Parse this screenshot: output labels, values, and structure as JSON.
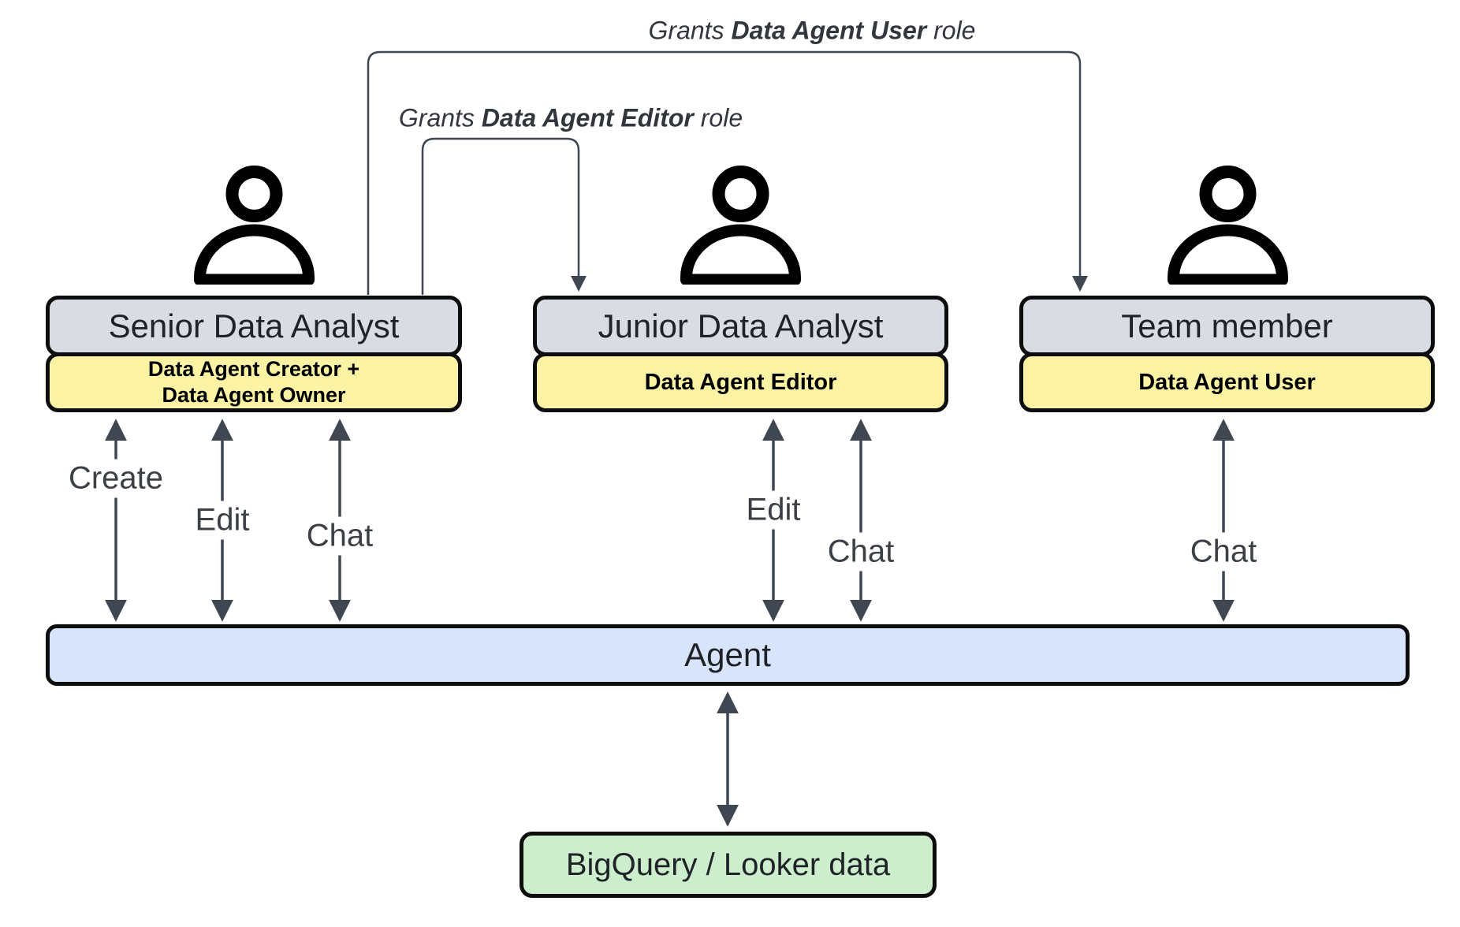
{
  "diagram": {
    "grant_labels": [
      {
        "prefix": "Grants",
        "bold": "Data Agent User",
        "suffix": "role"
      },
      {
        "prefix": "Grants",
        "bold": "Data Agent Editor",
        "suffix": "role"
      }
    ],
    "personas": [
      {
        "title": "Senior Data Analyst",
        "role_line1": "Data Agent Creator +",
        "role_line2": "Data Agent Owner"
      },
      {
        "title": "Junior Data Analyst",
        "role": "Data Agent Editor"
      },
      {
        "title": "Team member",
        "role": "Data Agent User"
      }
    ],
    "actions": [
      "Create",
      "Edit",
      "Chat",
      "Edit",
      "Chat",
      "Chat"
    ],
    "agent_label": "Agent",
    "datasource_label": "BigQuery / Looker data",
    "colors": {
      "box_gray": "#d9dce2",
      "box_yellow": "#fbf3a3",
      "box_blue": "#d8e4fb",
      "box_green": "#cdeecd",
      "arrow": "#3f4753",
      "border": "#0d0d0d"
    }
  }
}
